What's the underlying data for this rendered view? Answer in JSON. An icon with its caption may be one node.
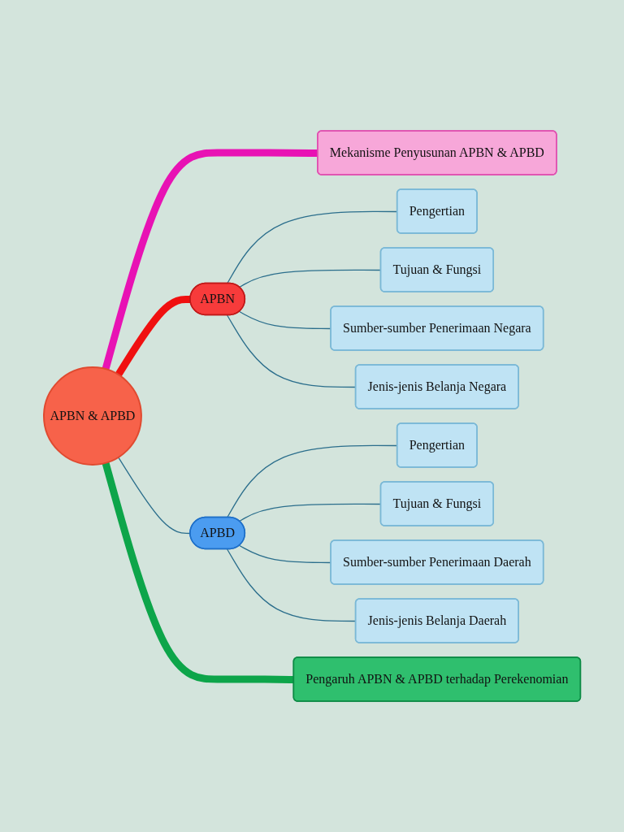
{
  "diagram": {
    "nodes": [
      {
        "text": [
          "APBN & APBD"
        ]
      },
      {
        "text": [
          "Mekanisme Penyusunan APBN & APBD"
        ]
      },
      {
        "text": [
          "APBN"
        ]
      },
      {
        "text": [
          "Pengertian"
        ]
      },
      {
        "text": [
          "Tujuan & Fungsi"
        ]
      },
      {
        "text": [
          "Sumber-sumber Penerimaan Negara"
        ]
      },
      {
        "text": [
          "Jenis-jenis Belanja Negara"
        ]
      },
      {
        "text": [
          "APBD"
        ]
      },
      {
        "text": [
          "Pengertian"
        ]
      },
      {
        "text": [
          "Tujuan & Fungsi"
        ]
      },
      {
        "text": [
          "Sumber-sumber Penerimaan Daerah"
        ]
      },
      {
        "text": [
          "Jenis-jenis Belanja Daerah"
        ]
      },
      {
        "text": [
          "Pengaruh APBN & APBD terhadap Perekenomian"
        ]
      }
    ],
    "edges": [
      {
        "from": 0,
        "to": 1,
        "arrow": "none",
        "style": "thick",
        "color": "#e812b4"
      },
      {
        "from": 0,
        "to": 2,
        "arrow": "none",
        "style": "thick",
        "color": "#f01010"
      },
      {
        "from": 2,
        "to": 3,
        "arrow": "none"
      },
      {
        "from": 2,
        "to": 4,
        "arrow": "none"
      },
      {
        "from": 2,
        "to": 5,
        "arrow": "none"
      },
      {
        "from": 2,
        "to": 6,
        "arrow": "none"
      },
      {
        "from": 0,
        "to": 7,
        "arrow": "none"
      },
      {
        "from": 7,
        "to": 8,
        "arrow": "none"
      },
      {
        "from": 7,
        "to": 9,
        "arrow": "none"
      },
      {
        "from": 7,
        "to": 10,
        "arrow": "none"
      },
      {
        "from": 7,
        "to": 11,
        "arrow": "none"
      },
      {
        "from": 0,
        "to": 12,
        "arrow": "none",
        "style": "thick",
        "color": "#0da54a"
      }
    ]
  }
}
